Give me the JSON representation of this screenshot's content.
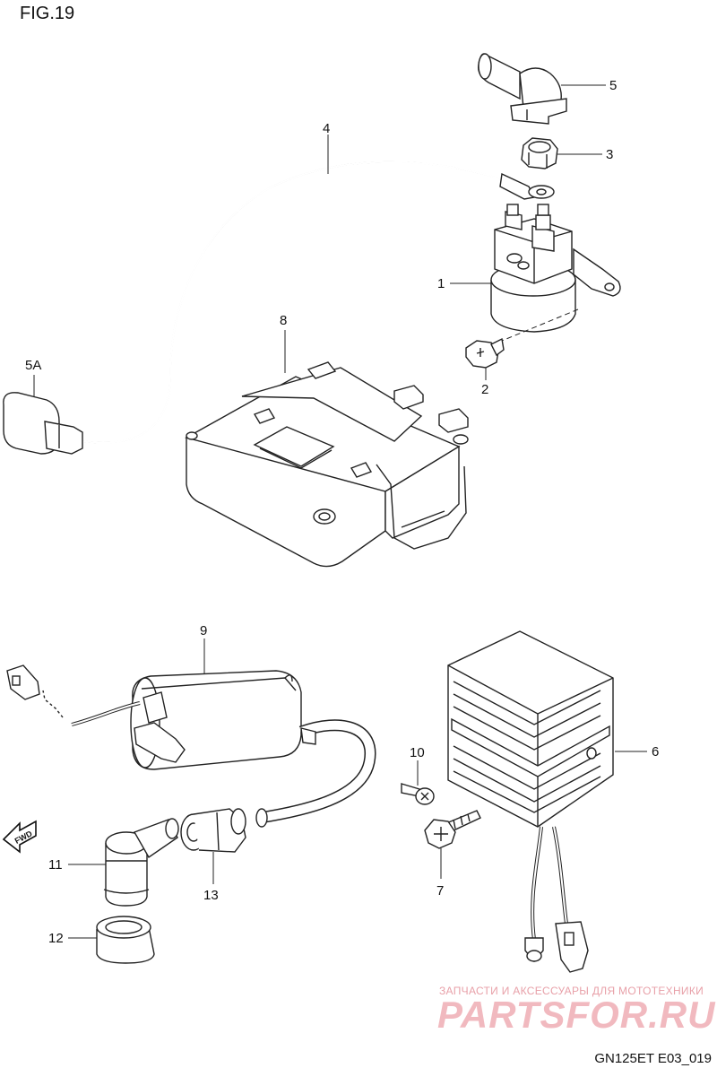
{
  "figure": {
    "title": "FIG.19",
    "code": "GN125ET E03_019"
  },
  "parts": {
    "p1": "1",
    "p2": "2",
    "p3": "3",
    "p4": "4",
    "p5": "5",
    "p5a": "5A",
    "p6": "6",
    "p7": "7",
    "p8": "8",
    "p9": "9",
    "p10": "10",
    "p11": "11",
    "p12": "12",
    "p13": "13"
  },
  "direction": {
    "label": "FWD"
  },
  "watermark": {
    "tagline": "ЗАПЧАСТИ И АКСЕССУАРЫ ДЛЯ МОТОТЕХНИКИ",
    "brand": "PARTSFOR.RU"
  }
}
